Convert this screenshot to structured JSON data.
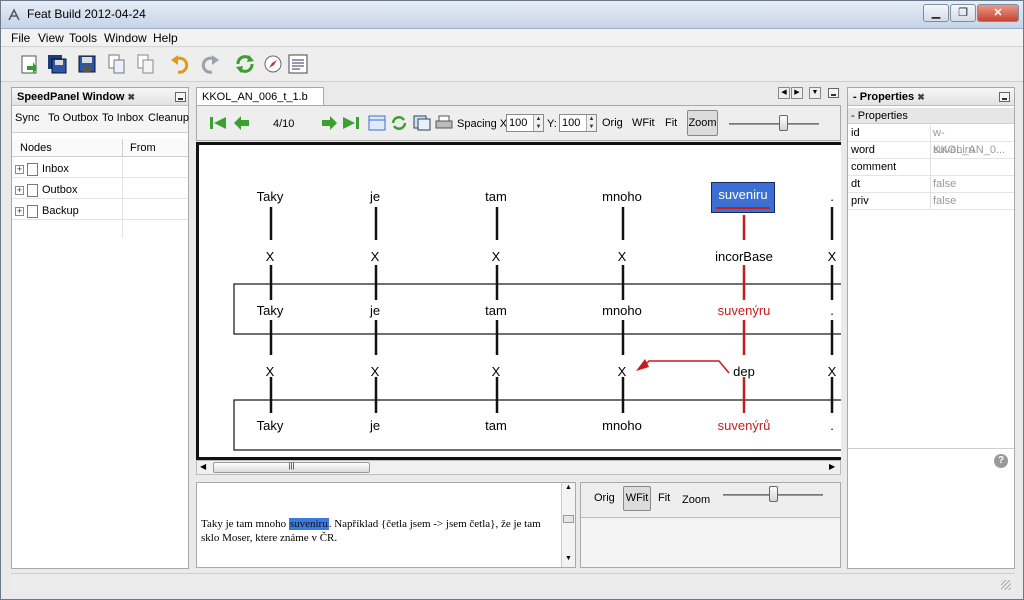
{
  "window": {
    "title": "Feat Build 2012-04-24",
    "minimize": "▁",
    "restore": "❐",
    "close": "✕"
  },
  "menu": [
    "File",
    "View",
    "Tools",
    "Window",
    "Help"
  ],
  "toolbar_icons": [
    "open-icon",
    "save-all-icon",
    "save-icon",
    "copy-icon",
    "copy-icon",
    "undo-icon",
    "redo-icon",
    "refresh-icon",
    "compass-icon",
    "properties-sheet-icon"
  ],
  "speedpanel": {
    "title": "SpeedPanel Window",
    "tabs": [
      "Sync",
      "To Outbox",
      "To Inbox",
      "Cleanup"
    ],
    "columns": [
      "Nodes",
      "From"
    ],
    "nodes": [
      {
        "label": "Inbox",
        "expander": "+"
      },
      {
        "label": "Outbox",
        "expander": "+"
      },
      {
        "label": "Backup",
        "expander": "+"
      }
    ]
  },
  "editor": {
    "tab": "KKOL_AN_006_t_1.b",
    "page": "4/10",
    "spacing_label": "Spacing X:",
    "spacing_x": "100",
    "y_label": "Y:",
    "spacing_y": "100",
    "orig": "Orig",
    "wfit": "WFit",
    "fit": "Fit",
    "zoom": "Zoom"
  },
  "tree": {
    "row1": [
      "Taky",
      "je",
      "tam",
      "mnoho",
      "suveniru",
      "."
    ],
    "row2": [
      "X",
      "X",
      "X",
      "X",
      "incorBase",
      "X"
    ],
    "row3": [
      "Taky",
      "je",
      "tam",
      "mnoho",
      "suvenýru",
      "."
    ],
    "row4": [
      "X",
      "X",
      "X",
      "X",
      "dep",
      "X"
    ],
    "row5": [
      "Taky",
      "je",
      "tam",
      "mnoho",
      "suvenýrů",
      "."
    ]
  },
  "textpane": {
    "before": "Taky je tam mnoho ",
    "highlight": "suveniru",
    "after": ".  Například {četla jsem -> jsem četla}, že je tam sklo Moser, ktere známe v ČR."
  },
  "minipanel": {
    "orig": "Orig",
    "wfit": "WFit",
    "fit": "Fit",
    "zoom": "Zoom"
  },
  "properties": {
    "title": "Properties",
    "header": "Properties",
    "rows": [
      {
        "k": "id",
        "v": "w-KKOL_AN_0..."
      },
      {
        "k": "word",
        "v": "suveniru"
      },
      {
        "k": "comment",
        "v": ""
      },
      {
        "k": "dt",
        "v": "false"
      },
      {
        "k": "priv",
        "v": "false"
      }
    ],
    "help": "?"
  },
  "colors": {
    "accent": "#3a6fd0",
    "error": "#c51d1d",
    "selection": "#3b7be0"
  }
}
